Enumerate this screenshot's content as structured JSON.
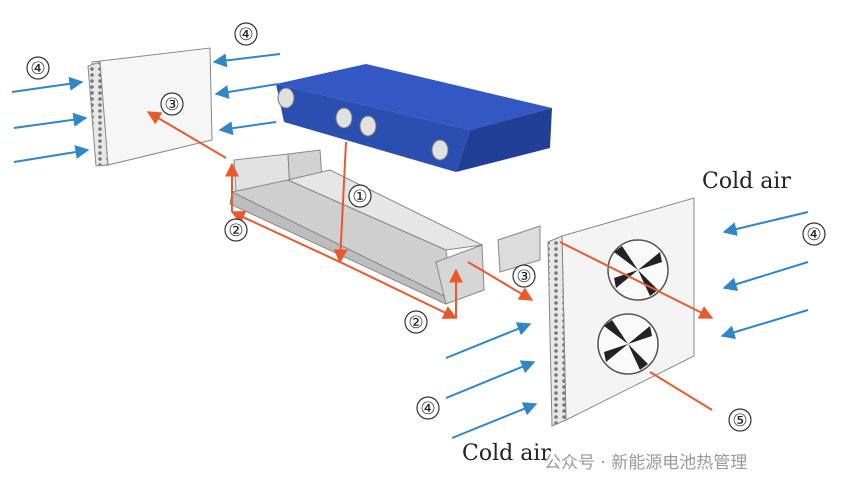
{
  "labels": {
    "cold_air_top": "Cold air",
    "cold_air_bottom": "Cold air",
    "n1": "①",
    "n2a": "②",
    "n2b": "②",
    "n3a": "③",
    "n3b": "③",
    "n4a": "④",
    "n4b": "④",
    "n4c": "④",
    "n4d": "④",
    "n5": "⑤"
  },
  "watermark": "公众号 · 新能源电池热管理",
  "colors": {
    "battery_blue": "#2a4fb0",
    "flow_blue": "#2f86c8",
    "flow_red": "#e85a2c",
    "steel": "#d9d9d9"
  }
}
